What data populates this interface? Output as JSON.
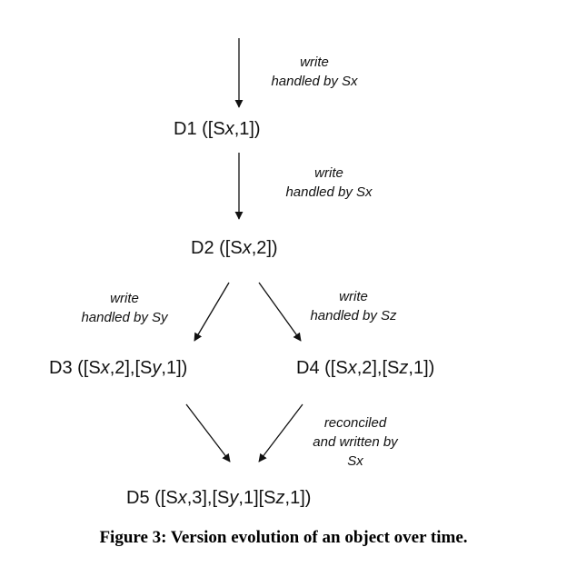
{
  "nodes": {
    "d1": {
      "prefix": "D1 ([S",
      "s1": "x",
      "m1": ",1])"
    },
    "d2": {
      "prefix": "D2 ([S",
      "s1": "x",
      "m1": ",2])"
    },
    "d3": {
      "prefix": "D3 ([S",
      "s1": "x",
      "m1": ",2],[S",
      "s2": "y",
      "m2": ",1])"
    },
    "d4": {
      "prefix": "D4 ([S",
      "s1": "x",
      "m1": ",2],[S",
      "s2": "z",
      "m2": ",1])"
    },
    "d5": {
      "prefix": "D5 ([S",
      "s1": "x",
      "m1": ",3],[S",
      "s2": "y",
      "m2": ",1][S",
      "s3": "z",
      "m3": ",1])"
    }
  },
  "edge_labels": {
    "to_d1": [
      "write",
      "handled by Sx"
    ],
    "d1_d2": [
      "write",
      "handled by Sx"
    ],
    "d2_d3": [
      "write",
      "handled by Sy"
    ],
    "d2_d4": [
      "write",
      "handled by Sz"
    ],
    "d4_d5": [
      "reconciled",
      "and written by",
      "Sx"
    ]
  },
  "caption": "Figure 3: Version evolution of an object over time.",
  "colors": {
    "ink": "#111111",
    "background": "#ffffff"
  }
}
